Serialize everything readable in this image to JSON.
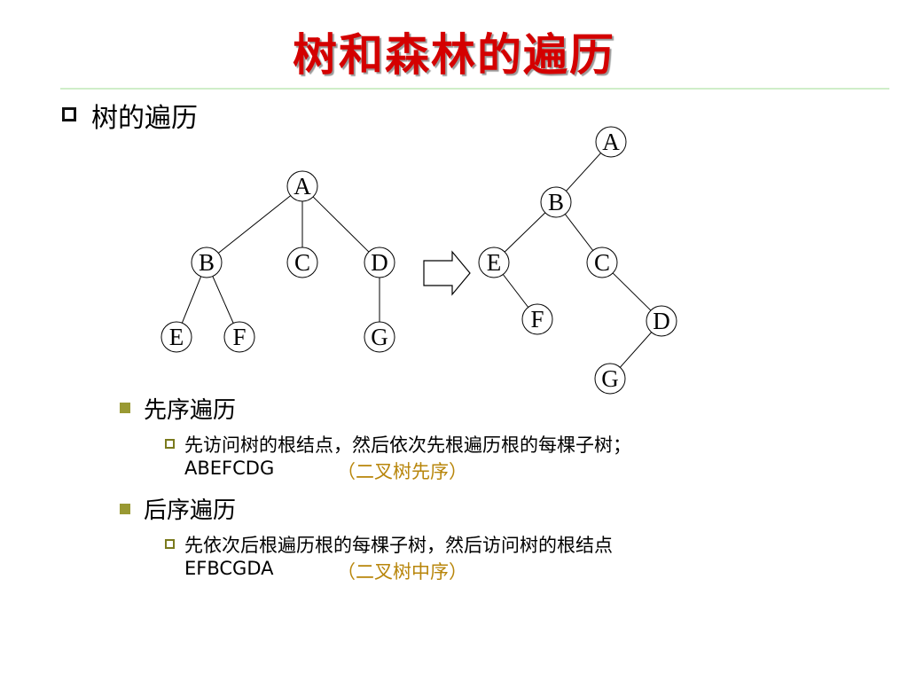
{
  "slide": {
    "title": "树和森林的遍历",
    "heading": "树的遍历",
    "items": [
      {
        "label": "先序遍历",
        "desc": "先访问树的根结点，然后依次先根遍历根的每棵子树；",
        "sequence": "ABEFCDG",
        "note": "（二叉树先序）"
      },
      {
        "label": "后序遍历",
        "desc": "先依次后根遍历根的每棵子树，然后访问树的根结点",
        "sequence": "EFBCGDA",
        "note": "（二叉树中序）"
      }
    ]
  },
  "tree": {
    "nodes": [
      {
        "id": "A"
      },
      {
        "id": "B"
      },
      {
        "id": "C"
      },
      {
        "id": "D"
      },
      {
        "id": "E"
      },
      {
        "id": "F"
      },
      {
        "id": "G"
      }
    ],
    "edges": [
      [
        "A",
        "B"
      ],
      [
        "A",
        "C"
      ],
      [
        "A",
        "D"
      ],
      [
        "B",
        "E"
      ],
      [
        "B",
        "F"
      ],
      [
        "D",
        "G"
      ]
    ]
  },
  "binary_tree": {
    "nodes": [
      {
        "id": "A"
      },
      {
        "id": "B"
      },
      {
        "id": "E"
      },
      {
        "id": "C"
      },
      {
        "id": "F"
      },
      {
        "id": "D"
      },
      {
        "id": "G"
      }
    ],
    "edges": [
      [
        "A",
        "B"
      ],
      [
        "B",
        "E"
      ],
      [
        "B",
        "C"
      ],
      [
        "E",
        "F"
      ],
      [
        "C",
        "D"
      ],
      [
        "D",
        "G"
      ]
    ]
  },
  "colors": {
    "title": "#d40000",
    "rule": "#cfeec9",
    "bullet": "#999933",
    "note": "#b8860b"
  }
}
